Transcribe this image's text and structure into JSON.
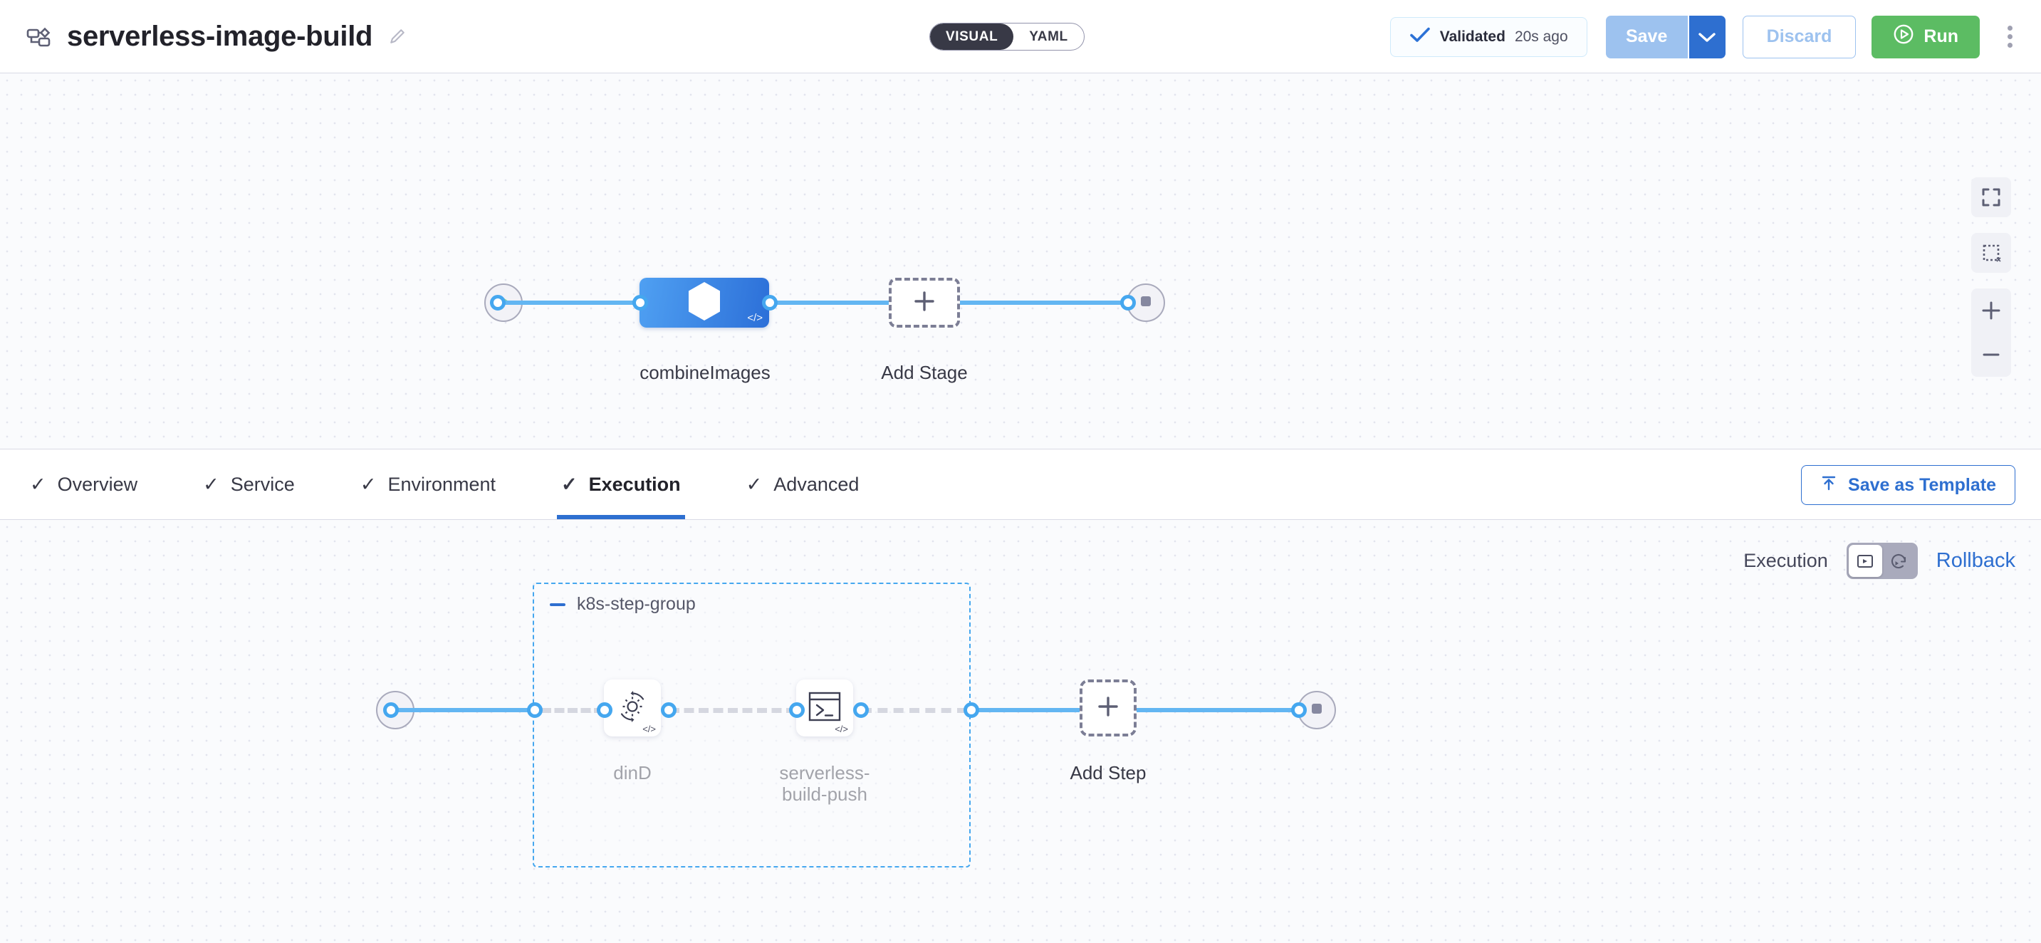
{
  "header": {
    "pipeline_icon": "pipeline-flow-icon",
    "title": "serverless-image-build",
    "edit_icon": "pencil-edit-icon",
    "mode_toggle": {
      "options": [
        "VISUAL",
        "YAML"
      ],
      "selected": "VISUAL"
    },
    "validation": {
      "check_icon": "check-icon",
      "label": "Validated",
      "time": "20s ago"
    },
    "save_label": "Save",
    "save_caret_icon": "chevron-down-icon",
    "discard_label": "Discard",
    "run_label": "Run",
    "run_icon": "play-circle-icon",
    "more_icon": "kebab-menu-icon"
  },
  "stage_canvas": {
    "start_node": {
      "icon": "play-icon"
    },
    "stage": {
      "label": "combineImages",
      "icon": "harness-hexagon-icon",
      "code_badge": "code-icon"
    },
    "add_stage": {
      "label": "Add Stage",
      "icon": "plus-icon"
    },
    "end_node": {
      "icon": "stop-square-icon"
    },
    "controls": [
      {
        "name": "fit-to-screen-icon",
        "label": "Fit to screen"
      },
      {
        "name": "selection-box-icon",
        "label": "Selection"
      },
      {
        "name": "zoom-in-icon",
        "label": "Zoom in"
      },
      {
        "name": "zoom-out-icon",
        "label": "Zoom out"
      }
    ]
  },
  "tabs": [
    {
      "label": "Overview",
      "check": "✓",
      "active": false
    },
    {
      "label": "Service",
      "check": "✓",
      "active": false
    },
    {
      "label": "Environment",
      "check": "✓",
      "active": false
    },
    {
      "label": "Execution",
      "check": "✓",
      "active": true
    },
    {
      "label": "Advanced",
      "check": "✓",
      "active": false
    }
  ],
  "save_as_template": {
    "label": "Save as Template",
    "icon": "upload-template-icon"
  },
  "execution_bar": {
    "label": "Execution",
    "toggle": [
      {
        "name": "execution-view-icon",
        "active": true
      },
      {
        "name": "rollback-view-icon",
        "active": false
      }
    ],
    "rollback_label": "Rollback"
  },
  "step_canvas": {
    "start_node": {
      "icon": "play-icon"
    },
    "group": {
      "title": "k8s-step-group",
      "collapse_icon": "minus-icon",
      "steps": [
        {
          "label": "dinD",
          "icon": "gear-rotate-icon",
          "code_badge": "code-icon"
        },
        {
          "label": "serverless-\nbuild-push",
          "icon": "terminal-icon",
          "code_badge": "code-icon"
        }
      ]
    },
    "add_step": {
      "label": "Add Step",
      "icon": "plus-icon"
    },
    "end_node": {
      "icon": "stop-square-icon"
    }
  },
  "colors": {
    "accent_blue": "#2e6fd0",
    "link_blue": "#63b6f2",
    "connector_blue": "#45a7ef",
    "run_green": "#5cbc63",
    "stage_gradient_from": "#4fa0f2",
    "stage_gradient_to": "#2c6fd8",
    "canvas_bg": "#fafbfd",
    "toggle_dark": "#383946",
    "muted_gray": "#a9aabc"
  }
}
